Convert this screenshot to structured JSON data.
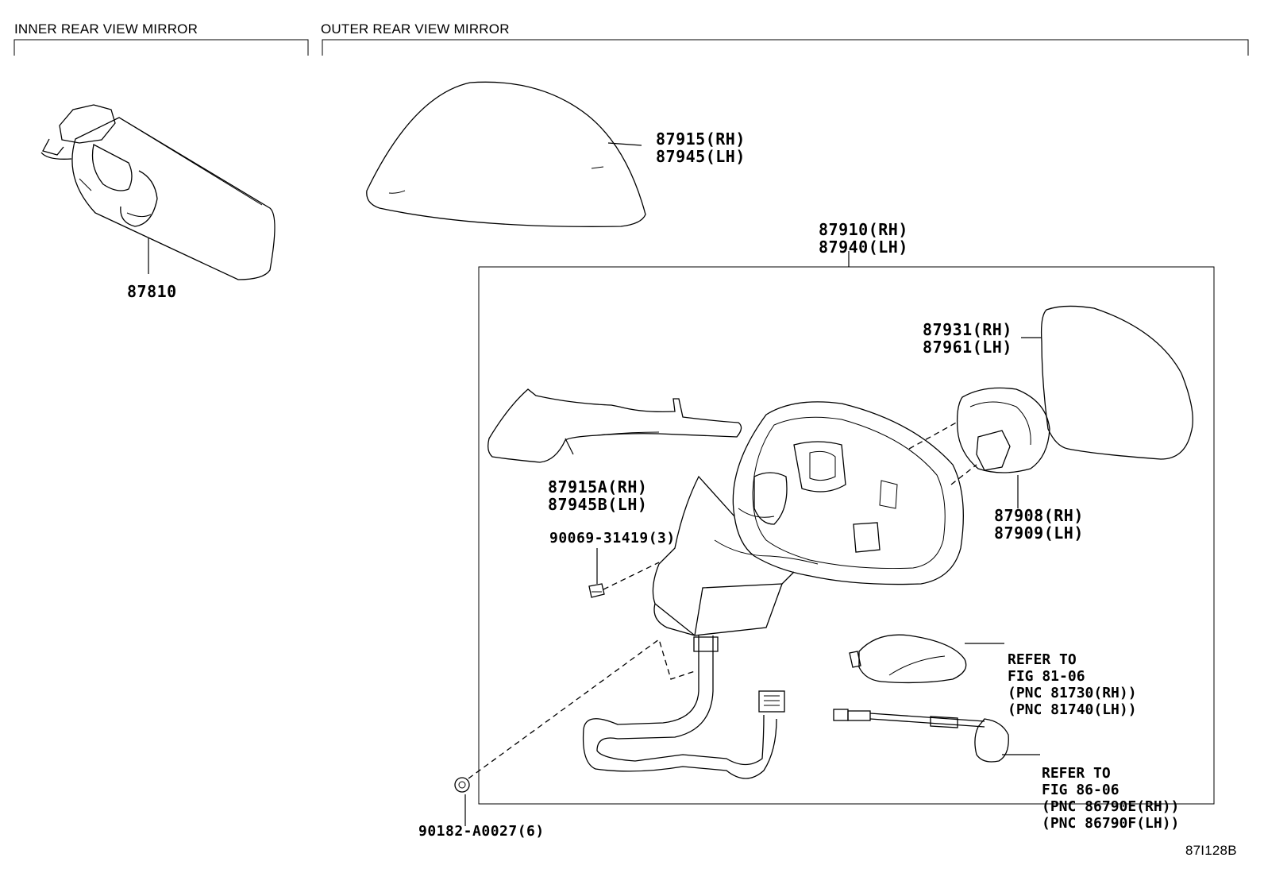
{
  "sections": {
    "inner": "INNER REAR VIEW MIRROR",
    "outer": "OUTER REAR VIEW MIRROR"
  },
  "labels": {
    "p87810": "87810",
    "p87915": [
      "87915(RH)",
      "87945(LH)"
    ],
    "p87910": [
      "87910(RH)",
      "87940(LH)"
    ],
    "p87931": [
      "87931(RH)",
      "87961(LH)"
    ],
    "p87915a": [
      "87915A(RH)",
      "87945B(LH)"
    ],
    "p90069": "90069-31419(3)",
    "p87908": [
      "87908(RH)",
      "87909(LH)"
    ],
    "p90182": "90182-A0027(6)"
  },
  "notes": {
    "fig81": [
      "REFER TO",
      "FIG 81-06",
      "(PNC 81730(RH))",
      "(PNC 81740(LH))"
    ],
    "fig86": [
      "REFER TO",
      "FIG 86-06",
      "(PNC 86790E(RH))",
      "(PNC 86790F(LH))"
    ]
  },
  "figure_id": "87I128B"
}
